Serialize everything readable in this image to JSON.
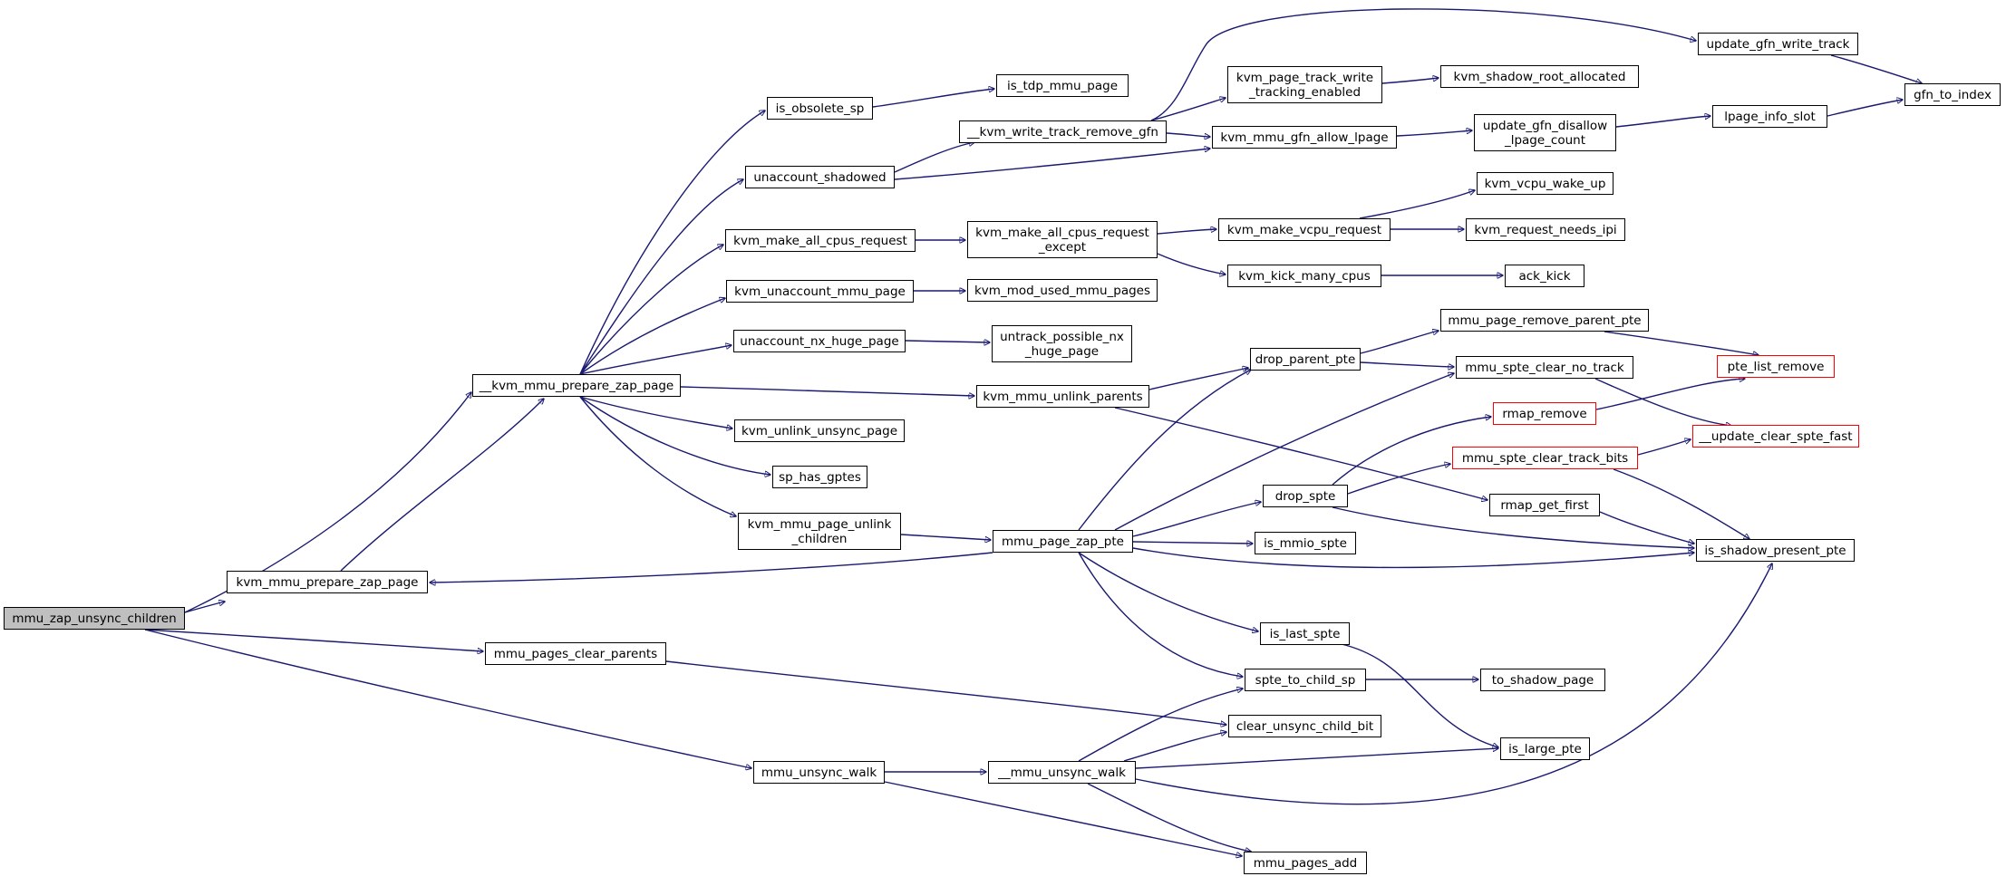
{
  "colors": {
    "edge": "#191970",
    "node_border": "#000000",
    "node_fill": "#ffffff",
    "root_fill": "#bfbfbf",
    "external_border": "#ff0000"
  },
  "nodes": {
    "mmu_zap_unsync_children": "mmu_zap_unsync_children",
    "kvm_mmu_prepare_zap_page": "kvm_mmu_prepare_zap_page",
    "__kvm_mmu_prepare_zap_page": "__kvm_mmu_prepare_zap_page",
    "mmu_pages_clear_parents": "mmu_pages_clear_parents",
    "mmu_unsync_walk": "mmu_unsync_walk",
    "is_obsolete_sp": "is_obsolete_sp",
    "unaccount_shadowed": "unaccount_shadowed",
    "kvm_make_all_cpus_request": "kvm_make_all_cpus_request",
    "kvm_unaccount_mmu_page": "kvm_unaccount_mmu_page",
    "unaccount_nx_huge_page": "unaccount_nx_huge_page",
    "kvm_unlink_unsync_page": "kvm_unlink_unsync_page",
    "sp_has_gptes": "sp_has_gptes",
    "kvm_mmu_page_unlink_children": "kvm_mmu_page_unlink\n_children",
    "kvm_mmu_unlink_parents": "kvm_mmu_unlink_parents",
    "mmu_page_zap_pte": "mmu_page_zap_pte",
    "__mmu_unsync_walk": "__mmu_unsync_walk",
    "is_tdp_mmu_page": "is_tdp_mmu_page",
    "__kvm_write_track_remove_gfn": "__kvm_write_track_remove_gfn",
    "kvm_make_all_cpus_request_except": "kvm_make_all_cpus_request\n_except",
    "kvm_mod_used_mmu_pages": "kvm_mod_used_mmu_pages",
    "untrack_possible_nx_huge_page": "untrack_possible_nx\n_huge_page",
    "kvm_page_track_write_tracking_enabled": "kvm_page_track_write\n_tracking_enabled",
    "kvm_mmu_gfn_allow_lpage": "kvm_mmu_gfn_allow_lpage",
    "kvm_make_vcpu_request": "kvm_make_vcpu_request",
    "kvm_kick_many_cpus": "kvm_kick_many_cpus",
    "drop_parent_pte": "drop_parent_pte",
    "drop_spte": "drop_spte",
    "is_mmio_spte": "is_mmio_spte",
    "is_last_spte": "is_last_spte",
    "spte_to_child_sp": "spte_to_child_sp",
    "clear_unsync_child_bit": "clear_unsync_child_bit",
    "mmu_pages_add": "mmu_pages_add",
    "kvm_shadow_root_allocated": "kvm_shadow_root_allocated",
    "update_gfn_disallow_lpage_count": "update_gfn_disallow\n_lpage_count",
    "kvm_vcpu_wake_up": "kvm_vcpu_wake_up",
    "kvm_request_needs_ipi": "kvm_request_needs_ipi",
    "ack_kick": "ack_kick",
    "mmu_page_remove_parent_pte": "mmu_page_remove_parent_pte",
    "mmu_spte_clear_no_track": "mmu_spte_clear_no_track",
    "rmap_remove": "rmap_remove",
    "mmu_spte_clear_track_bits": "mmu_spte_clear_track_bits",
    "rmap_get_first": "rmap_get_first",
    "to_shadow_page": "to_shadow_page",
    "is_large_pte": "is_large_pte",
    "update_gfn_write_track": "update_gfn_write_track",
    "lpage_info_slot": "lpage_info_slot",
    "pte_list_remove": "pte_list_remove",
    "__update_clear_spte_fast": "__update_clear_spte_fast",
    "is_shadow_present_pte": "is_shadow_present_pte",
    "gfn_to_index": "gfn_to_index"
  }
}
